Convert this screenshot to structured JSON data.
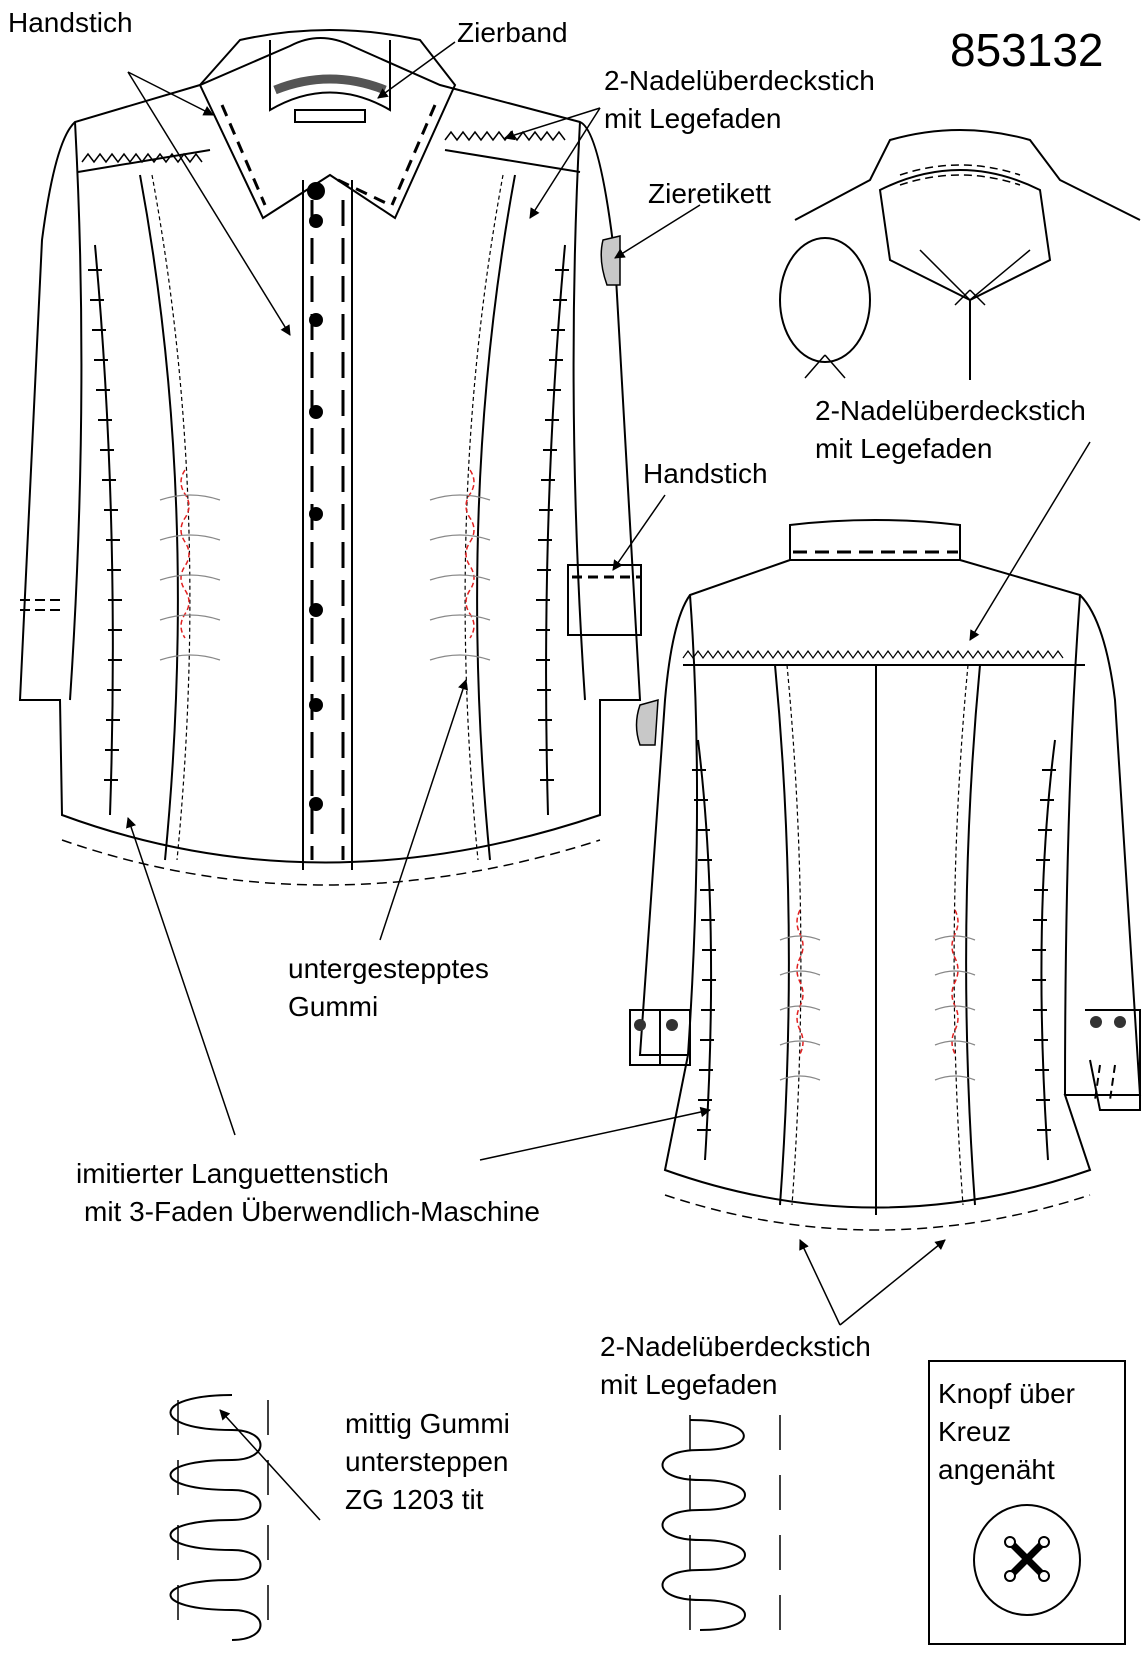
{
  "style_number": "853132",
  "labels": {
    "handstich_top": "Handstich",
    "zierband": "Zierband",
    "nadel_top_1": "2-Nadelüberdeckstich",
    "nadel_top_2": "mit Legefaden",
    "zieretikett": "Zieretikett",
    "nadel_mid_1": "2-Nadelüberdeckstich",
    "nadel_mid_2": "mit Legefaden",
    "handstich_mid": "Handstich",
    "gummi_1": "untergestepptes",
    "gummi_2": "Gummi",
    "langu_1": "imitierter Languettenstich",
    "langu_2": "mit 3-Faden Überwendlich-Maschine",
    "nadel_bot_1": "2-Nadelüberdeckstich",
    "nadel_bot_2": "mit Legefaden",
    "mittig_1": "mittig Gummi",
    "mittig_2": "untersteppen",
    "mittig_3": "ZG 1203 tit",
    "knopf_1": "Knopf über",
    "knopf_2": "Kreuz",
    "knopf_3": "angenäht"
  },
  "colors": {
    "line": "#000000",
    "grey_label": "#c8c8c8",
    "band": "#555555",
    "elastic_red": "#e02020"
  }
}
